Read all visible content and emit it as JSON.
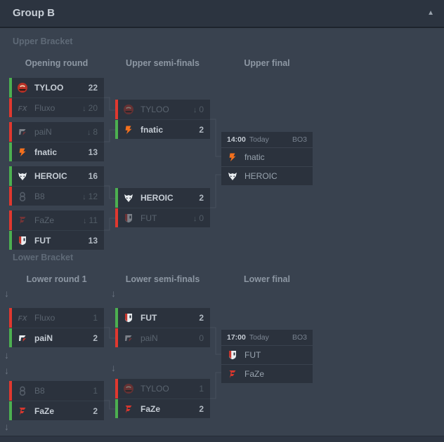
{
  "header": {
    "title": "Group B",
    "collapse_icon": "▲"
  },
  "sections": {
    "upper": {
      "label": "Upper Bracket",
      "columns": [
        "Opening round",
        "Upper semi-finals",
        "Upper final"
      ]
    },
    "lower": {
      "label": "Lower Bracket",
      "columns": [
        "Lower round 1",
        "Lower semi-finals",
        "Lower final"
      ]
    }
  },
  "matches": [
    {
      "id": "ub-open-1",
      "rows": [
        {
          "team": "TYLOO",
          "score": "22",
          "result": "win",
          "drop": false
        },
        {
          "team": "Fluxo",
          "score": "20",
          "result": "loss",
          "drop": true
        }
      ]
    },
    {
      "id": "ub-open-2",
      "rows": [
        {
          "team": "paiN",
          "score": "8",
          "result": "loss",
          "drop": true
        },
        {
          "team": "fnatic",
          "score": "13",
          "result": "win",
          "drop": false
        }
      ]
    },
    {
      "id": "ub-open-3",
      "rows": [
        {
          "team": "HEROIC",
          "score": "16",
          "result": "win",
          "drop": false
        },
        {
          "team": "B8",
          "score": "12",
          "result": "loss",
          "drop": true
        }
      ]
    },
    {
      "id": "ub-open-4",
      "rows": [
        {
          "team": "FaZe",
          "score": "11",
          "result": "loss",
          "drop": true
        },
        {
          "team": "FUT",
          "score": "13",
          "result": "win",
          "drop": false
        }
      ]
    },
    {
      "id": "ub-semi-1",
      "rows": [
        {
          "team": "TYLOO",
          "score": "0",
          "result": "loss",
          "drop": true
        },
        {
          "team": "fnatic",
          "score": "2",
          "result": "win",
          "drop": false
        }
      ]
    },
    {
      "id": "ub-semi-2",
      "rows": [
        {
          "team": "HEROIC",
          "score": "2",
          "result": "win",
          "drop": false
        },
        {
          "team": "FUT",
          "score": "0",
          "result": "loss",
          "drop": true
        }
      ]
    },
    {
      "id": "lb-r1-1",
      "rows": [
        {
          "team": "Fluxo",
          "score": "1",
          "result": "loss",
          "drop": false
        },
        {
          "team": "paiN",
          "score": "2",
          "result": "win",
          "drop": false
        }
      ]
    },
    {
      "id": "lb-r1-2",
      "rows": [
        {
          "team": "B8",
          "score": "1",
          "result": "loss",
          "drop": false
        },
        {
          "team": "FaZe",
          "score": "2",
          "result": "win",
          "drop": false
        }
      ]
    },
    {
      "id": "lb-semi-1",
      "rows": [
        {
          "team": "FUT",
          "score": "2",
          "result": "win",
          "drop": false
        },
        {
          "team": "paiN",
          "score": "0",
          "result": "loss",
          "drop": false
        }
      ]
    },
    {
      "id": "lb-semi-2",
      "rows": [
        {
          "team": "TYLOO",
          "score": "1",
          "result": "loss",
          "drop": false
        },
        {
          "team": "FaZe",
          "score": "2",
          "result": "win",
          "drop": false
        }
      ]
    }
  ],
  "finals": [
    {
      "id": "upper-final",
      "time": "14:00",
      "day": "Today",
      "format": "BO3",
      "teams": [
        "fnatic",
        "HEROIC"
      ]
    },
    {
      "id": "lower-final",
      "time": "17:00",
      "day": "Today",
      "format": "BO3",
      "teams": [
        "FUT",
        "FaZe"
      ]
    }
  ],
  "glyphs": {
    "drop_score_arrow": "↓",
    "drop_path_arrow": "↓"
  },
  "colors": {
    "win_bar": "#4caf50",
    "loss_bar": "#e0382f",
    "fnatic_orange": "#f3701d",
    "tyloo_red": "#b93026",
    "faze_red": "#d6372e",
    "fut_red": "#c4342c",
    "pain_red": "#d23a32",
    "neutral_logo": "#8b94a0",
    "light_logo": "#e9edf0"
  }
}
